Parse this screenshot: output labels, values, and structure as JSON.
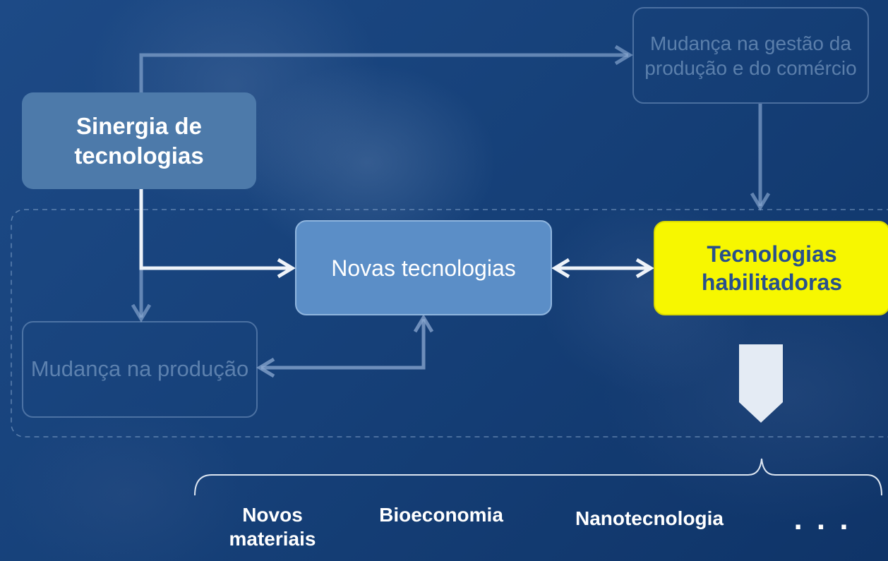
{
  "boxes": {
    "sinergia": "Sinergia de tecnologias",
    "novas": "Novas tecnologias",
    "habilitadoras": "Tecnologias habilitadoras",
    "gestao": "Mudança na gestão da produção e do comércio",
    "producao": "Mudança na produção"
  },
  "categories": {
    "novos_materiais": "Novos materiais",
    "bioeconomia": "Bioeconomia",
    "nanotecnologia": "Nanotecnologia",
    "ellipsis": ". . ."
  },
  "colors": {
    "background": "#17427b",
    "highlight": "#f7f700",
    "highlight_text": "#28508c",
    "box_primary": "#5b8ec7",
    "box_secondary": "#4d7aaa"
  }
}
